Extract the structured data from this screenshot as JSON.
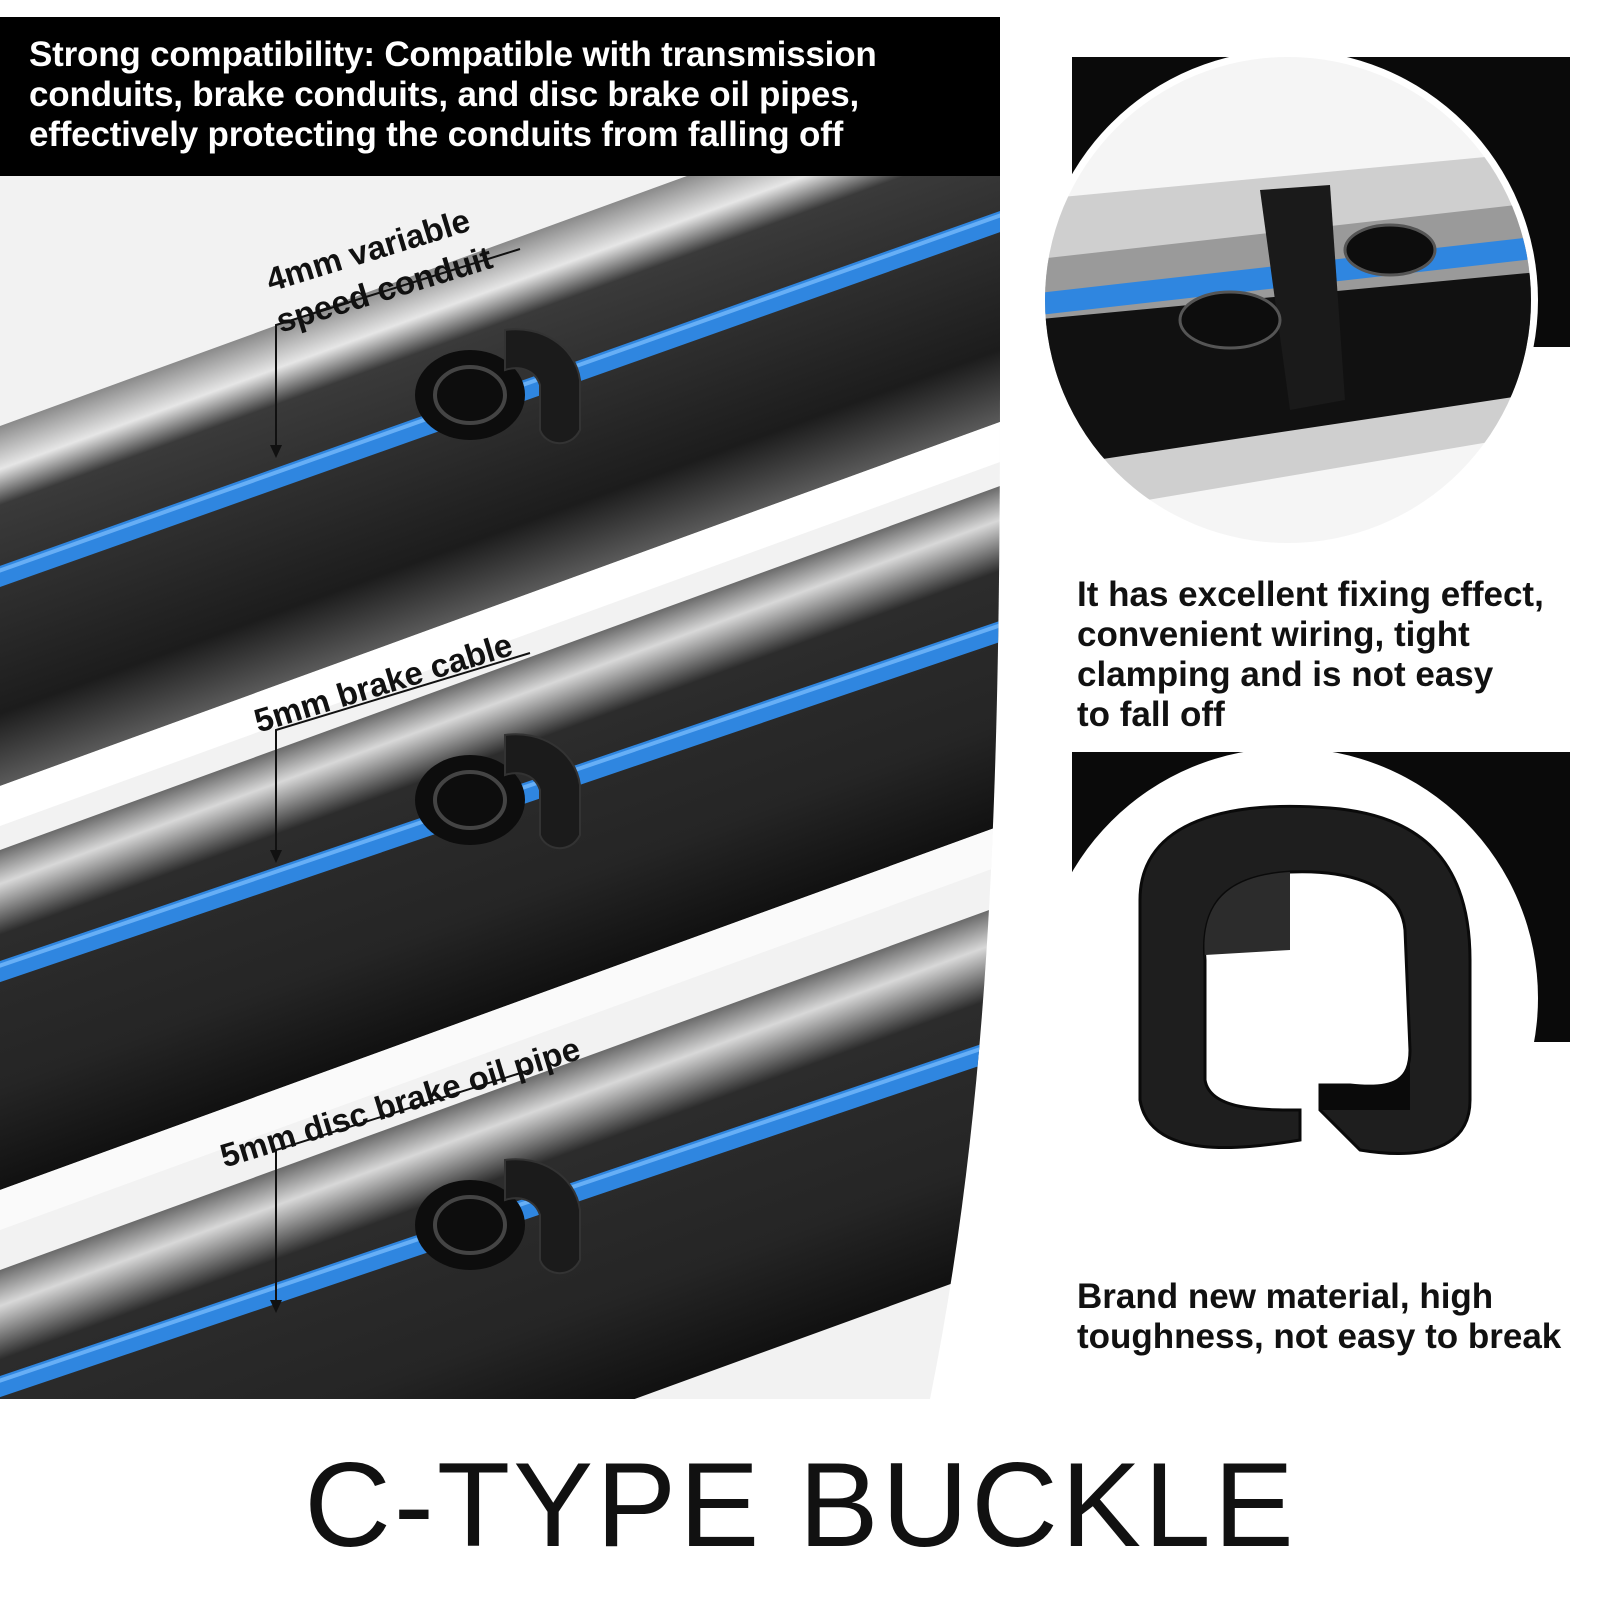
{
  "banner": {
    "text_line1": "Strong compatibility: Compatible with transmission",
    "text_line2": "conduits, brake conduits, and disc brake oil pipes,",
    "text_line3": "effectively protecting the conduits from falling off"
  },
  "cable_labels": {
    "label_4mm_line1": "4mm variable",
    "label_4mm_line2": "speed conduit",
    "label_5mm_brake": "5mm brake cable",
    "label_5mm_oil": "5mm disc brake oil pipe"
  },
  "captions": {
    "fixing_line1": "It has excellent fixing effect,",
    "fixing_line2": "convenient wiring, tight",
    "fixing_line3": "clamping and is not easy",
    "fixing_line4": "to fall off",
    "material_line1": "Brand new material, high",
    "material_line2": "toughness, not easy to break"
  },
  "title": "C-TYPE BUCKLE",
  "colors": {
    "cable_blue": "#2f86e0",
    "tube_black": "#1a1a1a",
    "banner_bg": "#000000",
    "text_dark": "#111111"
  }
}
